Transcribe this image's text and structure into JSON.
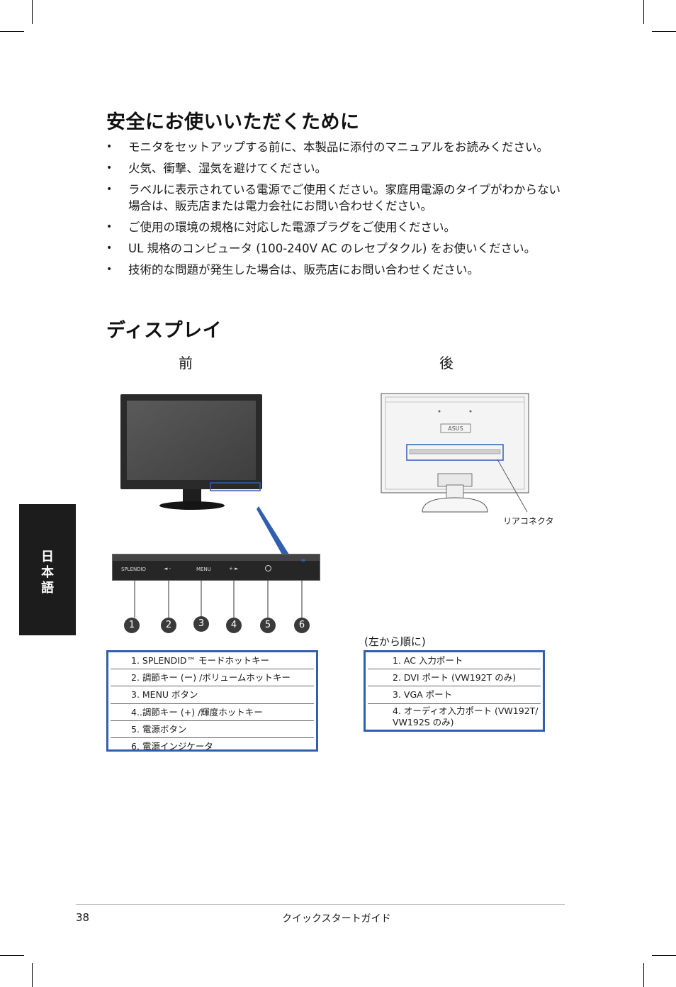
{
  "sidebar": {
    "tab_chars": [
      "日",
      "本",
      "語"
    ]
  },
  "safety": {
    "title": "安全にお使いいただくために",
    "items": [
      "モニタをセットアップする前に、本製品に添付のマニュアルをお読みください。",
      "火気、衝撃、湿気を避けてください。",
      "ラベルに表示されている電源でご使用ください。家庭用電源のタイプがわからない場合は、販売店または電力会社にお問い合わせください。",
      "ご使用の環境の規格に対応した電源プラグをご使用ください。",
      "UL 規格のコンピュータ (100-240V AC のレセプタクル) をお使いください。",
      "技術的な問題が発生した場合は、販売店にお問い合わせください。"
    ]
  },
  "display": {
    "title": "ディスプレイ",
    "front_label": "前",
    "rear_label": "後",
    "rear_connector_label": "リアコネクタ",
    "control_panel": {
      "splendid": "SPLENDID",
      "left": "◄ -",
      "menu": "MENU",
      "right": "+ ►"
    },
    "callout_numbers": [
      "1",
      "2",
      "3",
      "4",
      "5",
      "6"
    ],
    "front_items": [
      "1. SPLENDID™ モードホットキー",
      "2. 調節キー (ー) /ボリュームホットキー",
      "3. MENU ボタン",
      "4..調節キー (+) /輝度ホットキー",
      "5. 電源ボタン",
      "6. 電源インジケータ"
    ],
    "rear_order_label": "(左から順に)",
    "rear_items": [
      "1. AC 入力ポート",
      "2. DVI ポート (VW192T のみ)",
      "3. VGA ポート",
      "4. オーディオ入力ポート (VW192T/ VW192S のみ)"
    ]
  },
  "footer": {
    "page_number": "38",
    "title": "クイックスタートガイド"
  },
  "colors": {
    "highlight_blue": "#2f5fae",
    "sidebar_bg": "#1c1c1c"
  }
}
